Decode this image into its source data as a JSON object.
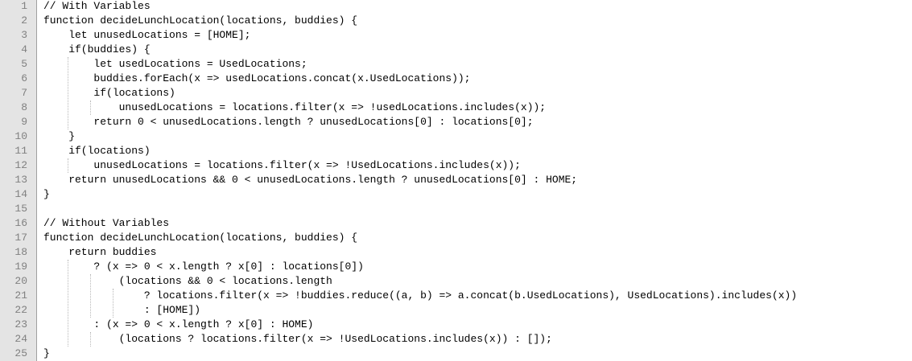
{
  "editor": {
    "lines": [
      {
        "num": "1",
        "text": "// With Variables"
      },
      {
        "num": "2",
        "text": "function decideLunchLocation(locations, buddies) {"
      },
      {
        "num": "3",
        "text": "    let unusedLocations = [HOME];"
      },
      {
        "num": "4",
        "text": "    if(buddies) {"
      },
      {
        "num": "5",
        "text": "        let usedLocations = UsedLocations;"
      },
      {
        "num": "6",
        "text": "        buddies.forEach(x => usedLocations.concat(x.UsedLocations));"
      },
      {
        "num": "7",
        "text": "        if(locations)"
      },
      {
        "num": "8",
        "text": "            unusedLocations = locations.filter(x => !usedLocations.includes(x));"
      },
      {
        "num": "9",
        "text": "        return 0 < unusedLocations.length ? unusedLocations[0] : locations[0];"
      },
      {
        "num": "10",
        "text": "    }"
      },
      {
        "num": "11",
        "text": "    if(locations)"
      },
      {
        "num": "12",
        "text": "        unusedLocations = locations.filter(x => !UsedLocations.includes(x));"
      },
      {
        "num": "13",
        "text": "    return unusedLocations && 0 < unusedLocations.length ? unusedLocations[0] : HOME;"
      },
      {
        "num": "14",
        "text": "}"
      },
      {
        "num": "15",
        "text": ""
      },
      {
        "num": "16",
        "text": "// Without Variables"
      },
      {
        "num": "17",
        "text": "function decideLunchLocation(locations, buddies) {"
      },
      {
        "num": "18",
        "text": "    return buddies"
      },
      {
        "num": "19",
        "text": "        ? (x => 0 < x.length ? x[0] : locations[0])"
      },
      {
        "num": "20",
        "text": "            (locations && 0 < locations.length"
      },
      {
        "num": "21",
        "text": "                ? locations.filter(x => !buddies.reduce((a, b) => a.concat(b.UsedLocations), UsedLocations).includes(x))"
      },
      {
        "num": "22",
        "text": "                : [HOME])"
      },
      {
        "num": "23",
        "text": "        : (x => 0 < x.length ? x[0] : HOME)"
      },
      {
        "num": "24",
        "text": "            (locations ? locations.filter(x => !UsedLocations.includes(x)) : []);"
      },
      {
        "num": "25",
        "text": "}"
      }
    ]
  }
}
